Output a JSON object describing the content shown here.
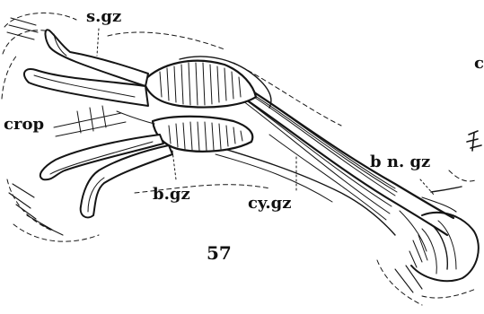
{
  "labels": {
    "s_gz": "s.gz",
    "crop": "crop",
    "b_gz": "b.gz",
    "cy_gz": "cy.gz",
    "bn_gz": "b n. gz",
    "edge_c": "c",
    "figure_number": "57"
  },
  "colors": {
    "ink": "#151515",
    "paper": "#ffffff"
  }
}
